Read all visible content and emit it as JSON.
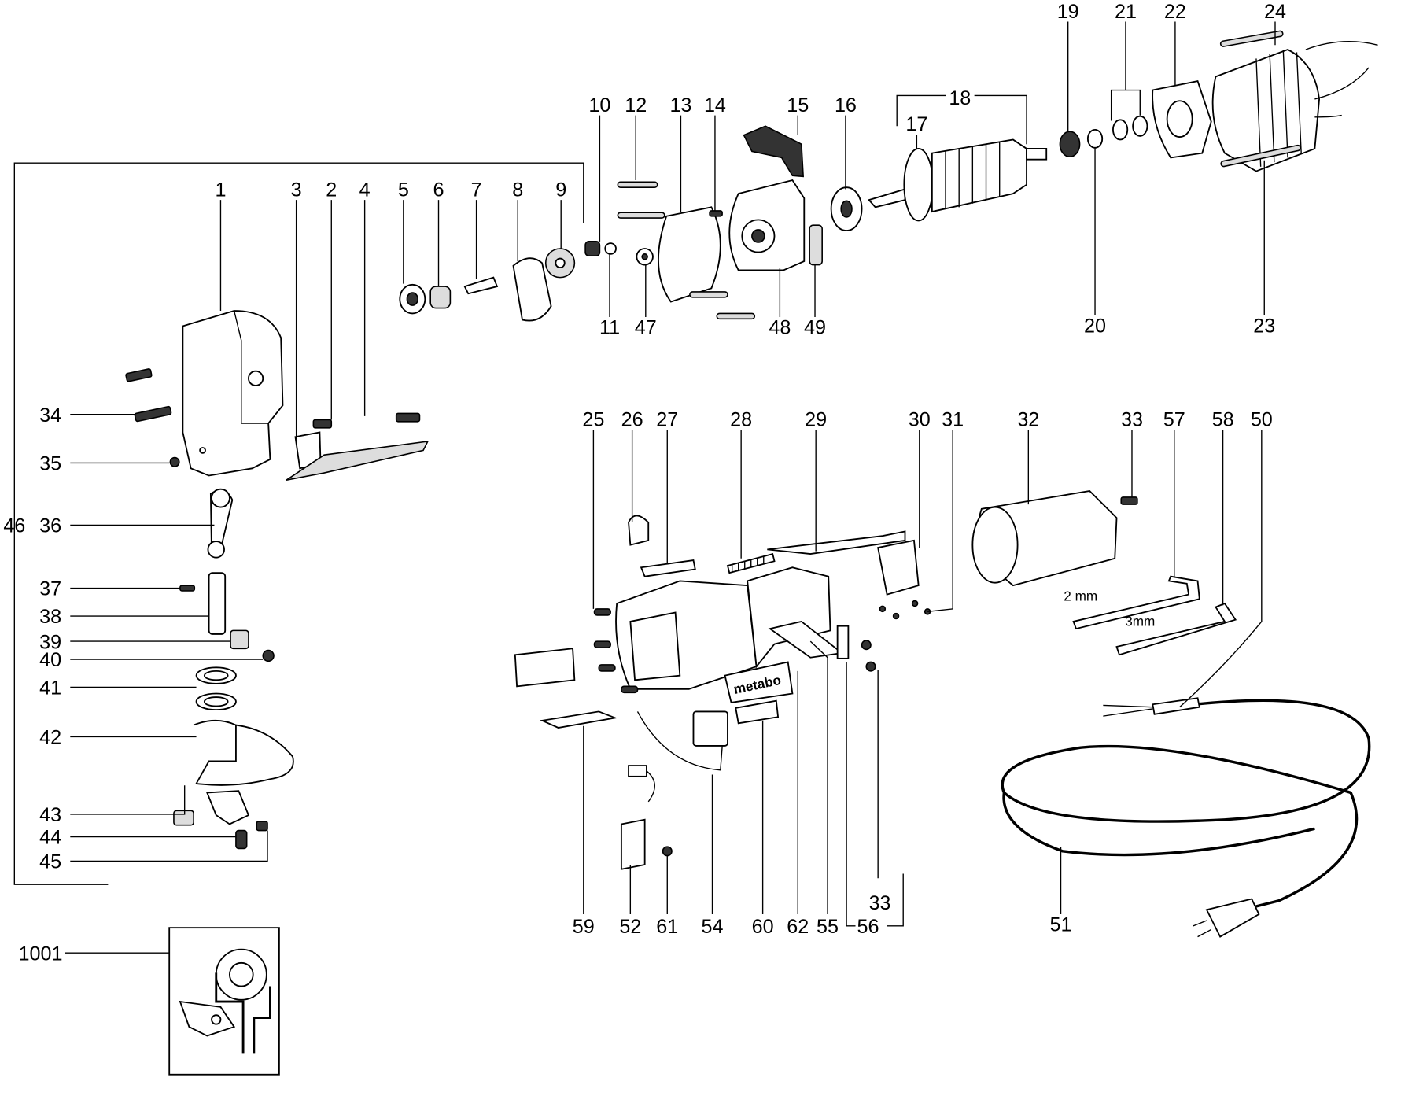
{
  "title": "Exploded parts diagram - metal shear",
  "brand_label": "metabo",
  "callouts": {
    "c1": "1",
    "c2": "2",
    "c3": "3",
    "c4": "4",
    "c5": "5",
    "c6": "6",
    "c7": "7",
    "c8": "8",
    "c9": "9",
    "c10": "10",
    "c11": "11",
    "c12": "12",
    "c13": "13",
    "c14": "14",
    "c15": "15",
    "c16": "16",
    "c17": "17",
    "c18": "18",
    "c19": "19",
    "c20": "20",
    "c21": "21",
    "c22": "22",
    "c23": "23",
    "c24": "24",
    "c25": "25",
    "c26": "26",
    "c27": "27",
    "c28": "28",
    "c29": "29",
    "c30": "30",
    "c31": "31",
    "c32": "32",
    "c33": "33",
    "c33b": "33",
    "c34": "34",
    "c35": "35",
    "c36": "36",
    "c37": "37",
    "c38": "38",
    "c39": "39",
    "c40": "40",
    "c41": "41",
    "c42": "42",
    "c43": "43",
    "c44": "44",
    "c45": "45",
    "c46": "46",
    "c47": "47",
    "c48": "48",
    "c49": "49",
    "c50": "50",
    "c51": "51",
    "c52": "52",
    "c54": "54",
    "c55": "55",
    "c56": "56",
    "c57": "57",
    "c58": "58",
    "c59": "59",
    "c60": "60",
    "c61": "61",
    "c62": "62",
    "c1001": "1001"
  },
  "wrench_sizes": {
    "small": "2 mm",
    "large": "3mm"
  }
}
